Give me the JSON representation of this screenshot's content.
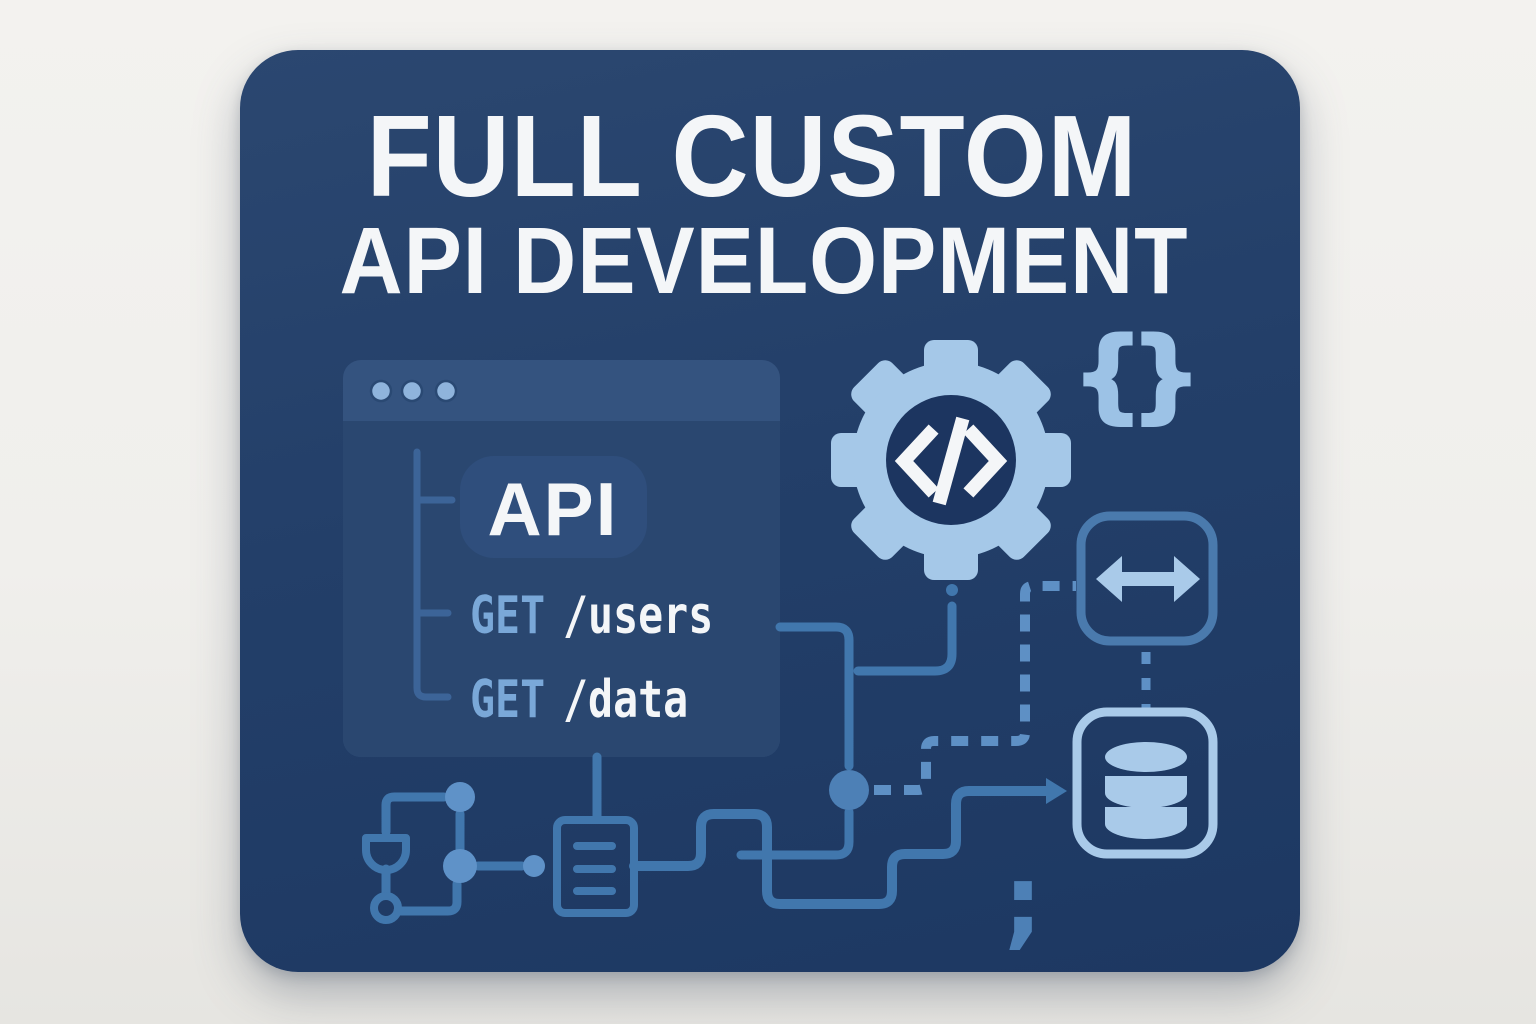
{
  "poster": {
    "title_line1": "FULL CUSTOM",
    "title_line2": "API DEVELOPMENT"
  },
  "browser_window": {
    "badge_label": "API",
    "endpoints": [
      {
        "method": "GET",
        "path": "/users"
      },
      {
        "method": "GET",
        "path": "/data"
      }
    ]
  },
  "glyphs": {
    "brace_left": "{",
    "brace_right": "}",
    "semicolon": ";",
    "code_tag": "</>"
  },
  "icons": [
    "gear-icon",
    "code-tag-icon",
    "braces-icon",
    "sync-arrow-icon",
    "database-icon",
    "document-icon",
    "browser-window",
    "funnel-icon",
    "ring-node"
  ],
  "colors": {
    "page_bg": "#f0efec",
    "card_navy": "#223e68",
    "browser_header": "#34537f",
    "browser_body": "#2a4770",
    "badge_fill": "#2f4e7c",
    "title_white": "#f4f6f8",
    "method_blue": "#7aa8d8",
    "line_blue": "#4177ad",
    "node_blue": "#5f92c8",
    "dashed_blue": "#5e90c5",
    "icon_light_blue": "#a9cae9",
    "gear_blue": "#a5c8e8",
    "braces_blue": "#9cc2e6",
    "semicolon_blue": "#4d80b6"
  }
}
